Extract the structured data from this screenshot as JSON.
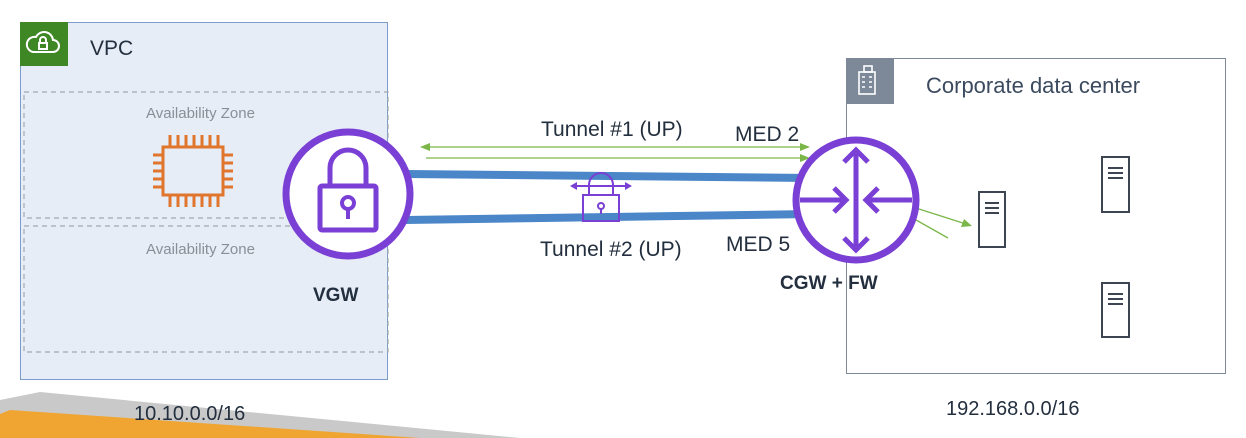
{
  "vpc": {
    "title": "VPC",
    "availability_zones": [
      "Availability Zone",
      "Availability Zone"
    ],
    "gateway_label": "VGW",
    "cidr": "10.10.0.0/16"
  },
  "tunnels": [
    {
      "label": "Tunnel #1 (UP)",
      "med": "MED 2"
    },
    {
      "label": "Tunnel #2 (UP)",
      "med": "MED 5"
    }
  ],
  "corporate": {
    "title": "Corporate data center",
    "gateway_label": "CGW + FW",
    "cidr": "192.168.0.0/16"
  },
  "colors": {
    "vpc_fill": "#e6edf7",
    "vpc_badge": "#3f8624",
    "gateway_purple": "#7a3fd4",
    "tunnel_blue": "#4a86c8",
    "arrow_green": "#7ab648",
    "ec2_orange": "#e0752d",
    "server_gray": "#3d4452"
  },
  "icons": [
    "cloud-lock-icon",
    "ec2-instance-icon",
    "vgw-lock-icon",
    "vpn-lock-icon",
    "router-icon",
    "building-icon",
    "server-icon"
  ]
}
